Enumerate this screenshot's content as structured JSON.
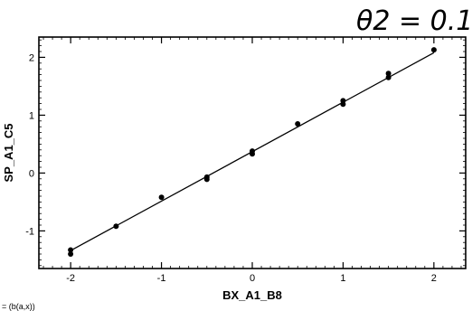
{
  "handwritten_note": "θ2 = 0.1",
  "bottom_annotation": "= (b(a,x))",
  "chart_data": {
    "type": "scatter",
    "xlabel": "BX_A1_B8",
    "ylabel": "SP_A1_C5",
    "xlim": [
      -2.35,
      2.35
    ],
    "ylim": [
      -1.65,
      2.35
    ],
    "xticks": [
      -2,
      -1,
      0,
      1,
      2
    ],
    "yticks": [
      -1,
      0,
      1,
      2
    ],
    "x_minor_step": 0.1,
    "y_minor_step": 0.1,
    "grid": false,
    "points": [
      {
        "x": -2.0,
        "y": -1.33
      },
      {
        "x": -2.0,
        "y": -1.4
      },
      {
        "x": -1.5,
        "y": -0.92
      },
      {
        "x": -1.0,
        "y": -0.42
      },
      {
        "x": -0.5,
        "y": -0.07
      },
      {
        "x": -0.5,
        "y": -0.11
      },
      {
        "x": 0.0,
        "y": 0.38
      },
      {
        "x": 0.0,
        "y": 0.33
      },
      {
        "x": 0.5,
        "y": 0.85
      },
      {
        "x": 1.0,
        "y": 1.25
      },
      {
        "x": 1.0,
        "y": 1.19
      },
      {
        "x": 1.5,
        "y": 1.72
      },
      {
        "x": 1.5,
        "y": 1.65
      },
      {
        "x": 2.0,
        "y": 2.13
      }
    ],
    "fit_line": {
      "x": [
        -2.0,
        2.0
      ],
      "y": [
        -1.34,
        2.08
      ]
    }
  }
}
